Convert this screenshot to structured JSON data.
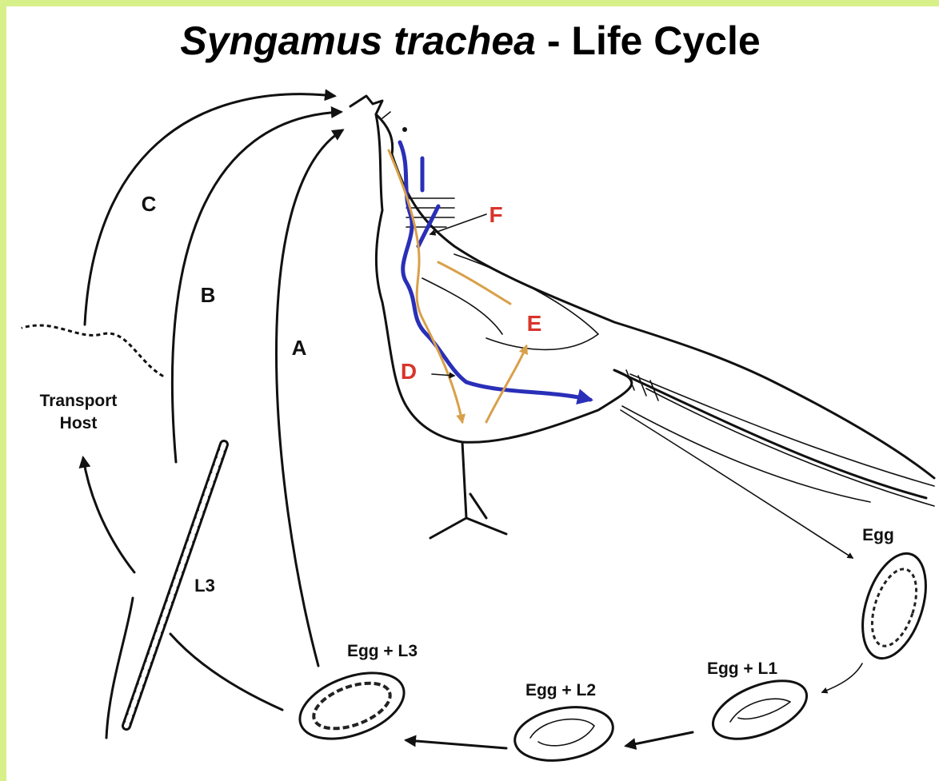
{
  "title": {
    "species": "Syngamus trachea",
    "rest": " - Life Cycle"
  },
  "routes": {
    "a": "A",
    "b": "B",
    "c": "C"
  },
  "markers": {
    "d": "D",
    "e": "E",
    "f": "F"
  },
  "transport_host": {
    "line1": "Transport",
    "line2": "Host"
  },
  "stages": {
    "l3": "L3",
    "egg": "Egg",
    "egg_l1": "Egg + L1",
    "egg_l2": "Egg + L2",
    "egg_l3": "Egg + L3"
  },
  "colors": {
    "background_border": "#d8f08a",
    "marker_red": "#d9342b",
    "migration_blue": "#2a2fb8",
    "migration_orange": "#d9a04a"
  }
}
